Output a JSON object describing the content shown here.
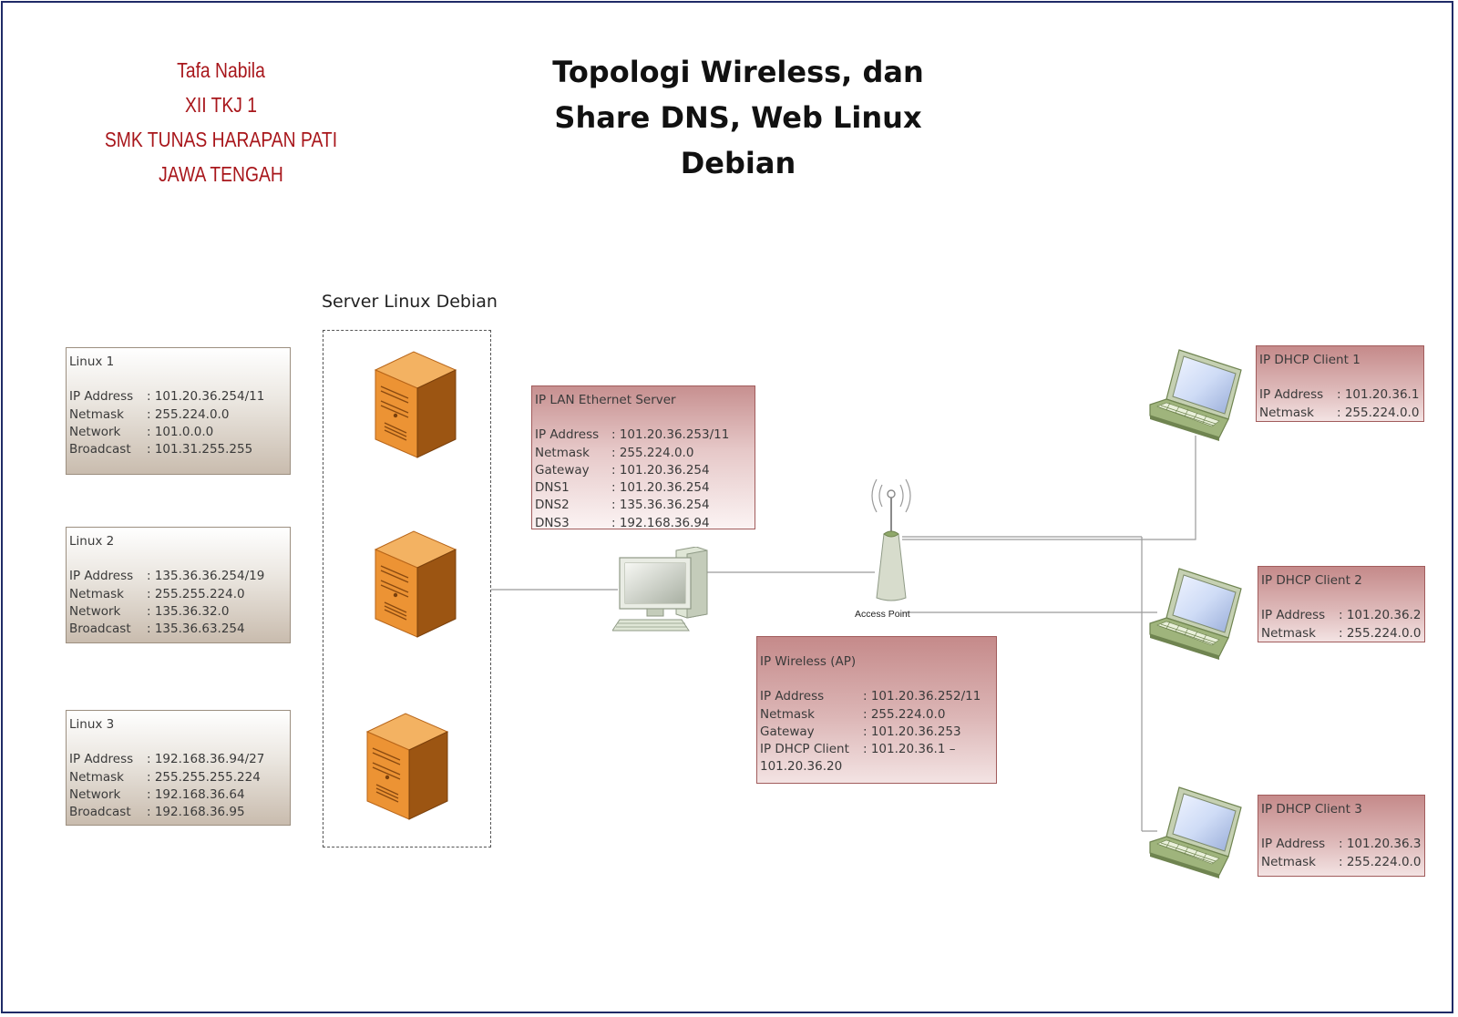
{
  "author": {
    "name": "Tafa Nabila",
    "class": "XII TKJ 1",
    "school": "SMK TUNAS HARAPAN PATI",
    "region": "JAWA TENGAH"
  },
  "title": {
    "line1": "Topologi Wireless, dan",
    "line2": "Share DNS, Web Linux",
    "line3": "Debian"
  },
  "server_group": {
    "label": "Server Linux Debian"
  },
  "linux_servers": [
    {
      "name": "Linux 1",
      "rows": [
        {
          "key": "IP Address",
          "value": ": 101.20.36.254/11"
        },
        {
          "key": "Netmask",
          "value": ": 255.224.0.0"
        },
        {
          "key": "Network",
          "value": ": 101.0.0.0"
        },
        {
          "key": "Broadcast",
          "value": ": 101.31.255.255"
        }
      ]
    },
    {
      "name": "Linux 2",
      "rows": [
        {
          "key": "IP Address",
          "value": ": 135.36.36.254/19"
        },
        {
          "key": "Netmask",
          "value": ": 255.255.224.0"
        },
        {
          "key": "Network",
          "value": ": 135.36.32.0"
        },
        {
          "key": "Broadcast",
          "value": ": 135.36.63.254"
        }
      ]
    },
    {
      "name": "Linux 3",
      "rows": [
        {
          "key": "IP Address",
          "value": ": 192.168.36.94/27"
        },
        {
          "key": "Netmask",
          "value": ": 255.255.255.224"
        },
        {
          "key": "Network",
          "value": ": 192.168.36.64"
        },
        {
          "key": "Broadcast",
          "value": ": 192.168.36.95"
        }
      ]
    }
  ],
  "lan_server": {
    "name": "IP LAN Ethernet Server",
    "rows": [
      {
        "key": "IP Address",
        "value": ": 101.20.36.253/11"
      },
      {
        "key": "Netmask",
        "value": ": 255.224.0.0"
      },
      {
        "key": "Gateway",
        "value": ": 101.20.36.254"
      },
      {
        "key": "DNS1",
        "value": ": 101.20.36.254"
      },
      {
        "key": "DNS2",
        "value": ": 135.36.36.254"
      },
      {
        "key": "DNS3",
        "value": ": 192.168.36.94"
      }
    ]
  },
  "wireless_ap": {
    "name": "IP Wireless (AP)",
    "rows": [
      {
        "key": "IP Address",
        "value": ": 101.20.36.252/11"
      },
      {
        "key": "Netmask",
        "value": ": 255.224.0.0"
      },
      {
        "key": "Gateway",
        "value": ": 101.20.36.253"
      },
      {
        "key": "IP DHCP Client",
        "value": ": 101.20.36.1 –"
      }
    ],
    "range_end": "101.20.36.20"
  },
  "access_point": {
    "label": "Access Point"
  },
  "dhcp_clients": [
    {
      "name": "IP DHCP Client 1",
      "rows": [
        {
          "key": "IP Address",
          "value": ": 101.20.36.1"
        },
        {
          "key": "Netmask",
          "value": ": 255.224.0.0"
        }
      ]
    },
    {
      "name": "IP DHCP Client 2",
      "rows": [
        {
          "key": "IP Address",
          "value": ": 101.20.36.2"
        },
        {
          "key": "Netmask",
          "value": ": 255.224.0.0"
        }
      ]
    },
    {
      "name": "IP DHCP Client 3",
      "rows": [
        {
          "key": "IP Address",
          "value": ": 101.20.36.3"
        },
        {
          "key": "Netmask",
          "value": ": 255.224.0.0"
        }
      ]
    }
  ],
  "colors": {
    "frame": "#1f2a66",
    "author_text": "#a8161b",
    "server_orange": "#e8902e",
    "laptop_green": "#8fa86a",
    "info_box_red": "#c58a8a",
    "info_box_beige": "#c9bcae"
  },
  "icons": {
    "server": "tower-server-icon",
    "workstation": "desktop-computer-icon",
    "access_point": "wireless-access-point-icon",
    "laptop": "laptop-icon"
  }
}
